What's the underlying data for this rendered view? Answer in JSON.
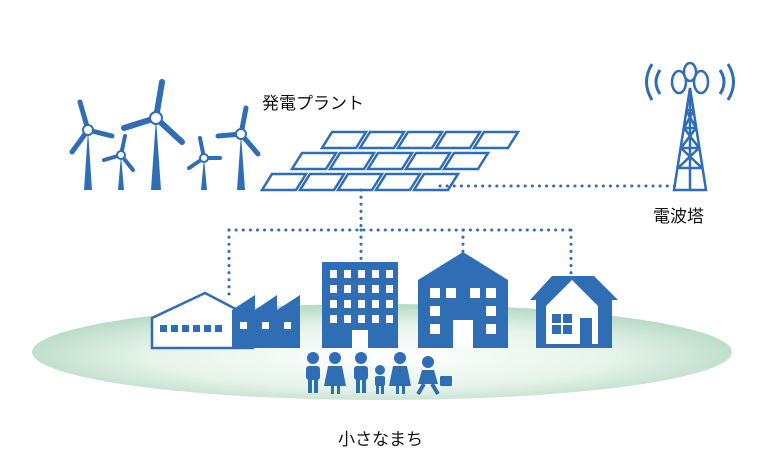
{
  "labels": {
    "power_plant": "発電プラント",
    "radio_tower": "電波塔",
    "small_town": "小さなまち"
  },
  "colors": {
    "primary_blue": "#2f6db5",
    "panel_blue": "#3a78c2",
    "ground_green_light": "#eef6ef",
    "ground_green_dark": "#b9dcc6",
    "dotted_line": "#2f6db5"
  },
  "icons": {
    "wind_turbines": "wind-turbine-icon",
    "solar_array": "solar-panel-icon",
    "tower": "radio-tower-icon",
    "factory": "factory-icon",
    "office": "office-building-icon",
    "public_building": "public-building-icon",
    "house": "house-icon",
    "people": "people-icon"
  }
}
